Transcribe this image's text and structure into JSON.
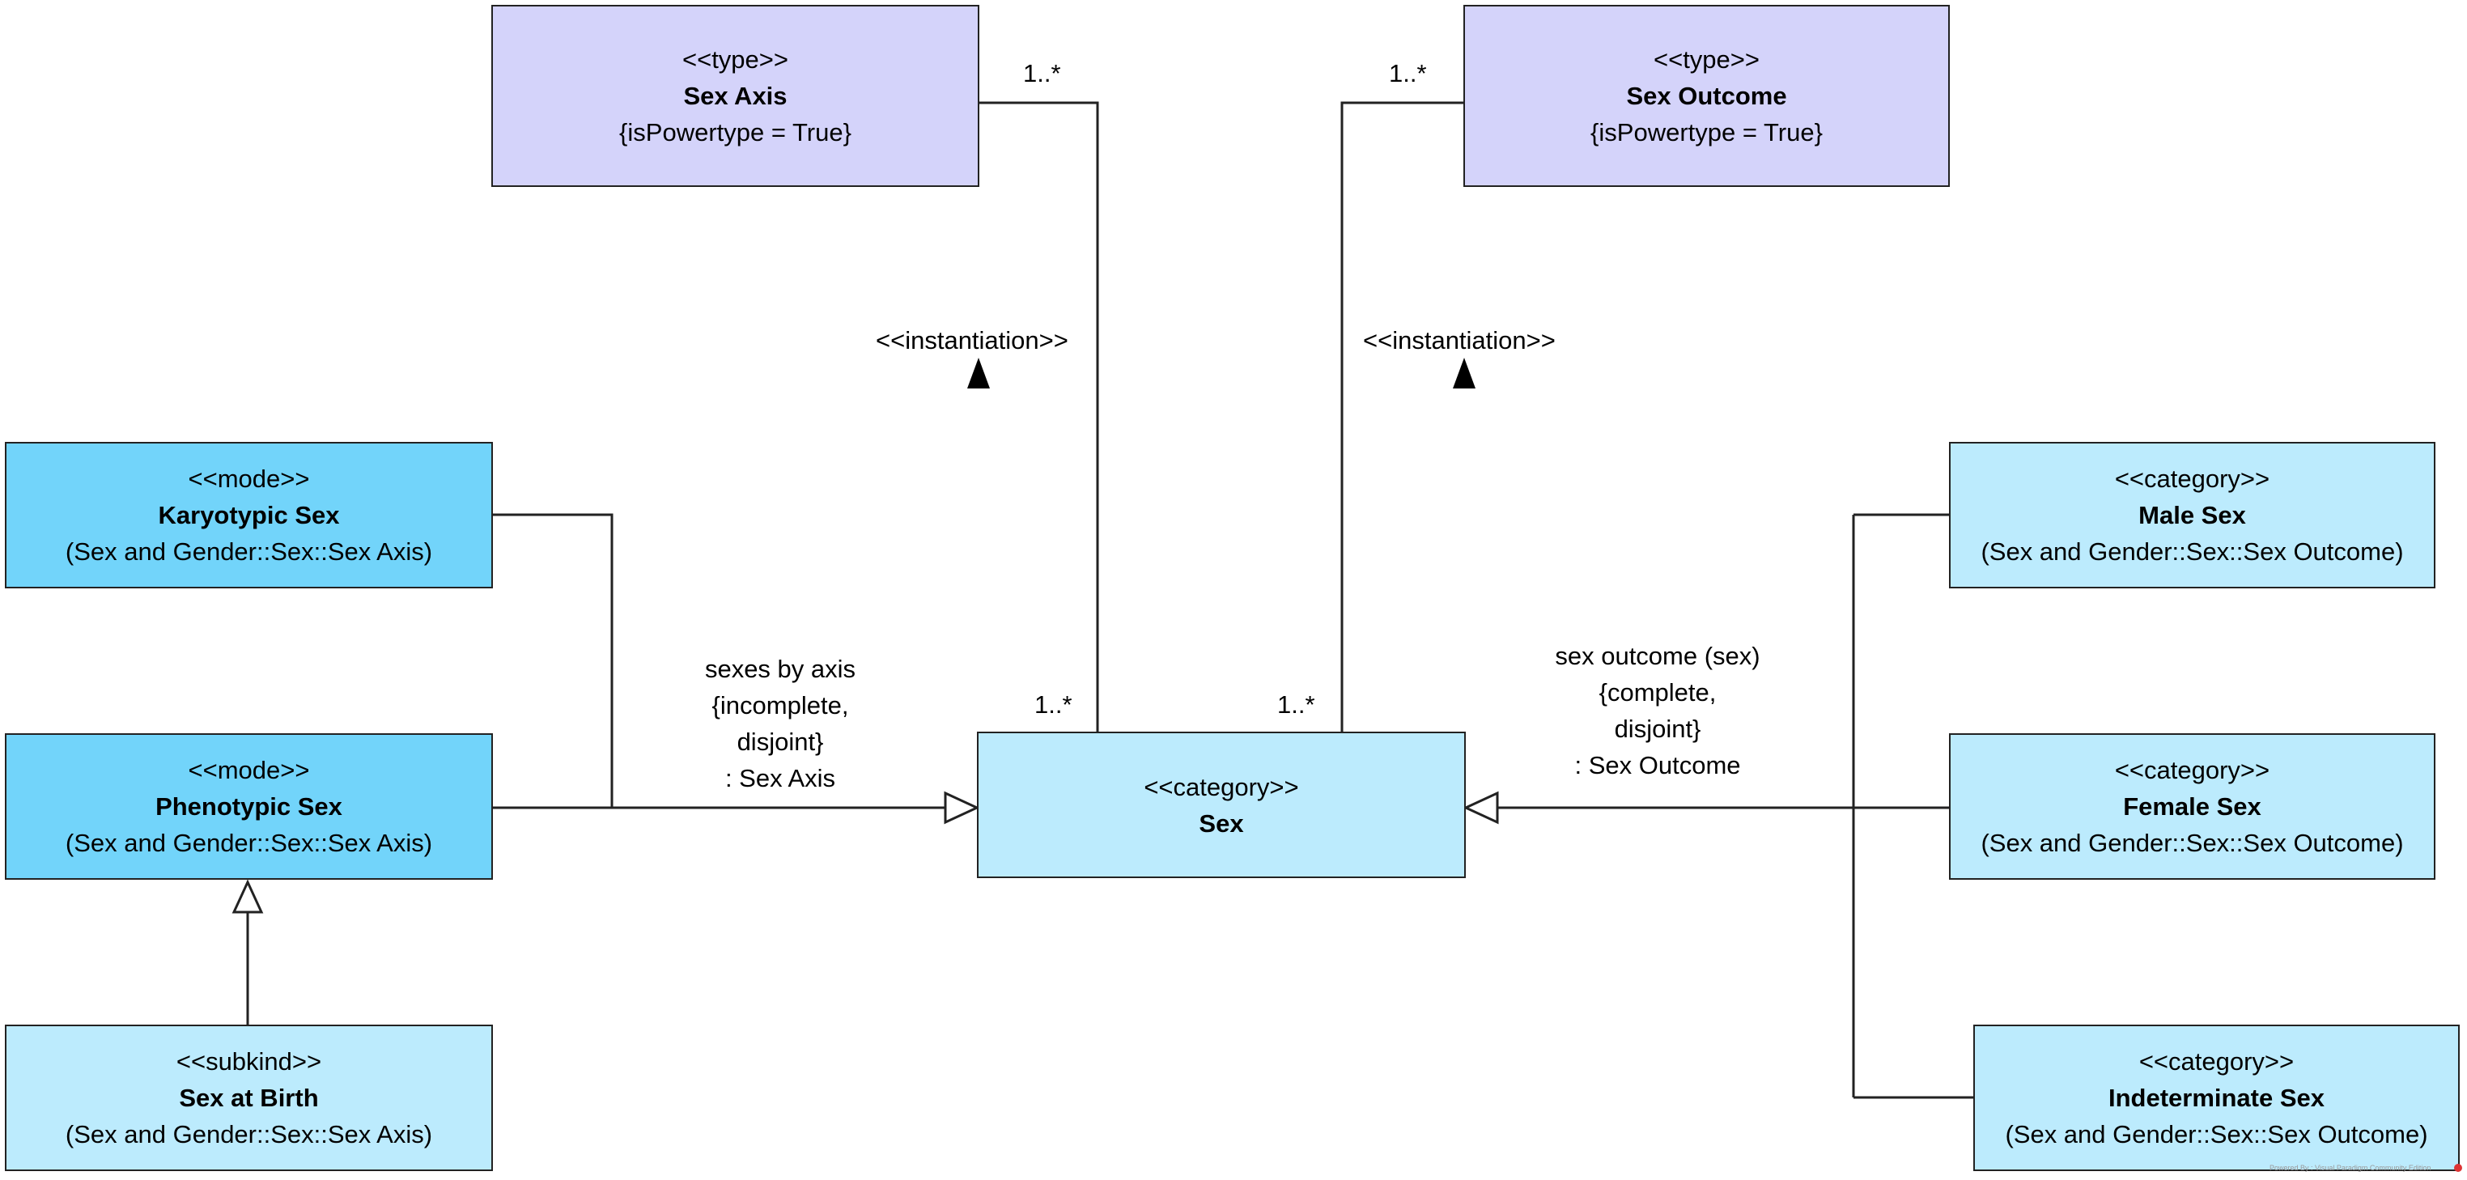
{
  "colors": {
    "type_fill": "#d4d3fa",
    "mode_fill": "#72d4fa",
    "category_fill": "#bcebfd",
    "subkind_fill": "#bcebfd",
    "line": "#222222"
  },
  "classes": {
    "sex_axis": {
      "stereotype": "<<type>>",
      "name": "Sex Axis",
      "note": "{isPowertype = True}"
    },
    "sex_outcome": {
      "stereotype": "<<type>>",
      "name": "Sex Outcome",
      "note": "{isPowertype = True}"
    },
    "karyotypic_sex": {
      "stereotype": "<<mode>>",
      "name": "Karyotypic Sex",
      "note": "(Sex and Gender::Sex::Sex Axis)"
    },
    "phenotypic_sex": {
      "stereotype": "<<mode>>",
      "name": "Phenotypic Sex",
      "note": "(Sex and Gender::Sex::Sex Axis)"
    },
    "sex_at_birth": {
      "stereotype": "<<subkind>>",
      "name": "Sex at Birth",
      "note": "(Sex and Gender::Sex::Sex Axis)"
    },
    "sex": {
      "stereotype": "<<category>>",
      "name": "Sex"
    },
    "male_sex": {
      "stereotype": "<<category>>",
      "name": "Male Sex",
      "note": "(Sex and Gender::Sex::Sex Outcome)"
    },
    "female_sex": {
      "stereotype": "<<category>>",
      "name": "Female Sex",
      "note": "(Sex and Gender::Sex::Sex Outcome)"
    },
    "indeterminate_sex": {
      "stereotype": "<<category>>",
      "name": "Indeterminate Sex",
      "note": "(Sex and Gender::Sex::Sex Outcome)"
    }
  },
  "relations": {
    "instantiation_left": {
      "label": "<<instantiation>>",
      "mult_top": "1..*",
      "mult_bottom": "1..*"
    },
    "instantiation_right": {
      "label": "<<instantiation>>",
      "mult_top": "1..*",
      "mult_bottom": "1..*"
    },
    "genset_axis": {
      "lines": [
        "sexes by axis",
        "{incomplete,",
        "disjoint}",
        ": Sex Axis"
      ]
    },
    "genset_outcome": {
      "lines": [
        "sex outcome (sex)",
        "{complete,",
        "disjoint}",
        ": Sex Outcome"
      ]
    }
  },
  "footer": {
    "watermark": "Powered By : Visual Paradigm Community Edition"
  }
}
